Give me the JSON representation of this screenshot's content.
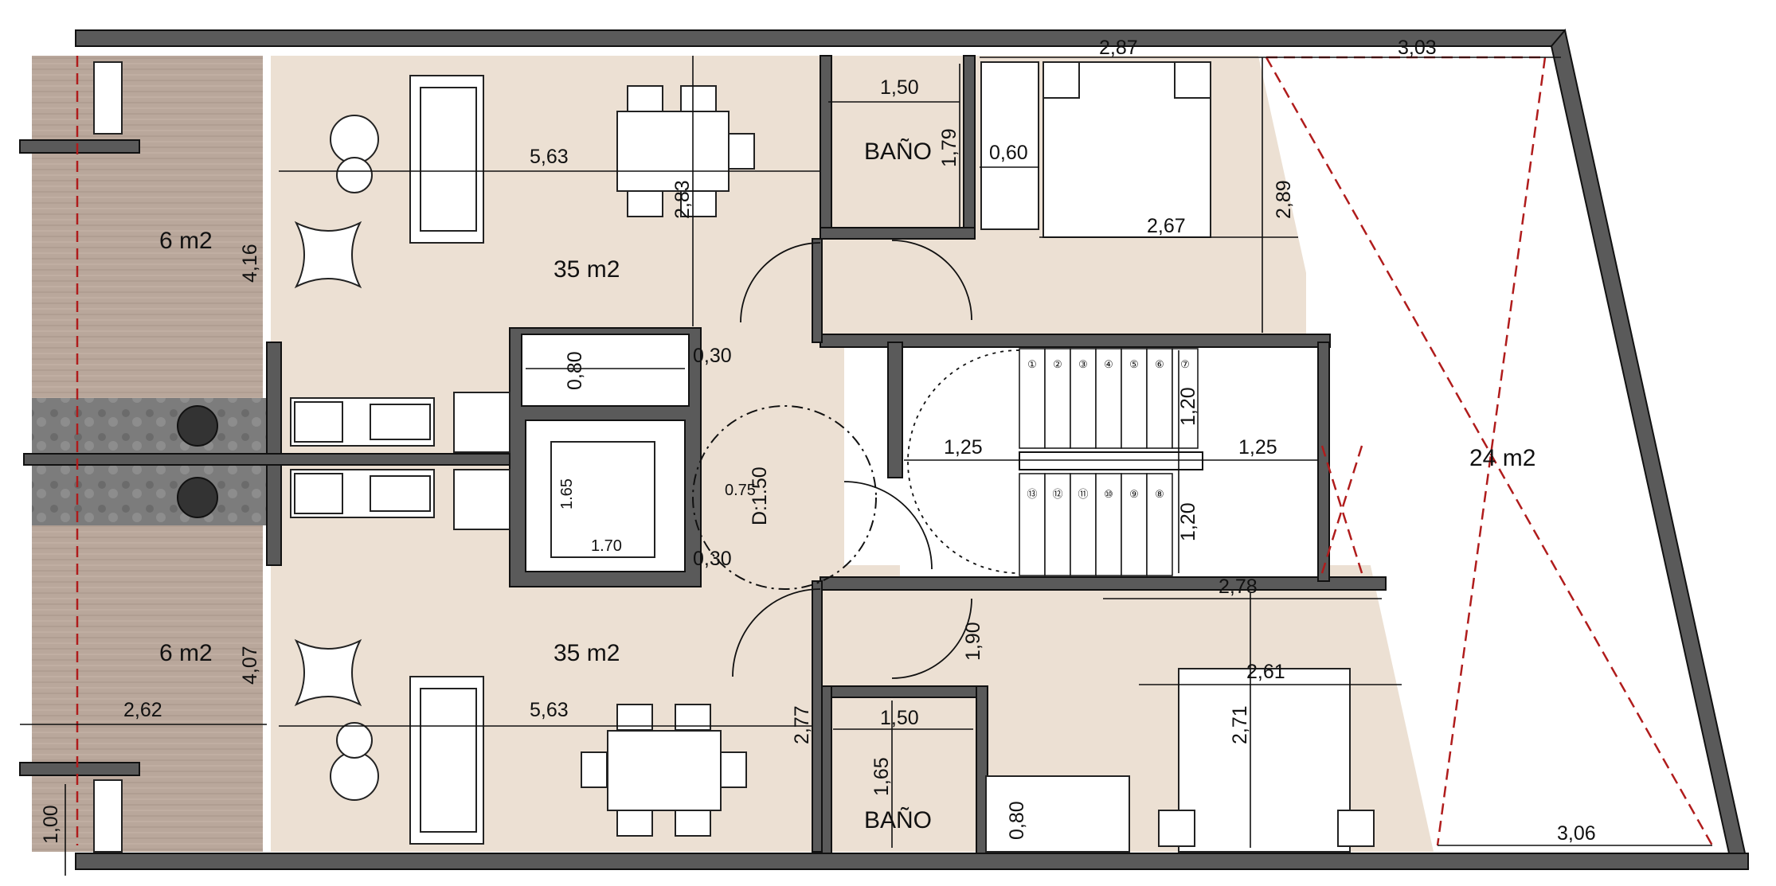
{
  "areas": {
    "balcony_top": "6  m2",
    "balcony_bottom": "6  m2",
    "living_top": "35  m2",
    "living_bottom": "35  m2",
    "terrace": "24  m2"
  },
  "rooms": {
    "bath_top": "BAÑO",
    "bath_bottom": "BAÑO"
  },
  "dimensions": {
    "top_2_87": "2,87",
    "top_3_03": "3,03",
    "bath_top_w": "1,50",
    "bath_top_h": "1,79",
    "closet_0_60": "0,60",
    "living_top_w": "5,63",
    "living_top_h": "2,83",
    "balcony_top_h": "4,16",
    "bed_top_w": "2,67",
    "bed_top_h": "2,89",
    "kitchen_top_0_80": "0,80",
    "shaft_top_0_30": "0,30",
    "shaft_bottom_0_30": "0,30",
    "elev_1_65": "1.65",
    "elev_1_70": "1.70",
    "hall_0_75": "0.75",
    "hall_d": "D:1.50",
    "stair_1_20_top": "1,20",
    "stair_1_20_bottom": "1,20",
    "stair_1_25_left": "1,25",
    "stair_1_25_right": "1,25",
    "bed_bottom_2_78": "2,78",
    "bed_bottom_2_61": "2,61",
    "bed_bottom_2_71": "2,71",
    "hall_bottom_1_90": "1,90",
    "living_bottom_2_77": "2,77",
    "bath_bottom_w": "1,50",
    "bath_bottom_h": "1,65",
    "closet_bottom_0_80": "0,80",
    "balcony_bottom_h": "4,07",
    "balcony_bottom_w": "2,62",
    "living_bottom_w": "5,63",
    "balcony_1_00": "1,00",
    "terrace_3_06": "3,06"
  },
  "stair_steps_top": [
    "①",
    "②",
    "③",
    "④",
    "⑤",
    "⑥",
    "⑦"
  ],
  "stair_steps_bottom": [
    "⑬",
    "⑫",
    "⑪",
    "⑩",
    "⑨",
    "⑧"
  ],
  "colors": {
    "floor": "#ece0d3",
    "wall": "#5a5a5a",
    "balcony": "#b9a79b",
    "terrace": "#ffffff",
    "accent_red": "#b01c1c"
  }
}
